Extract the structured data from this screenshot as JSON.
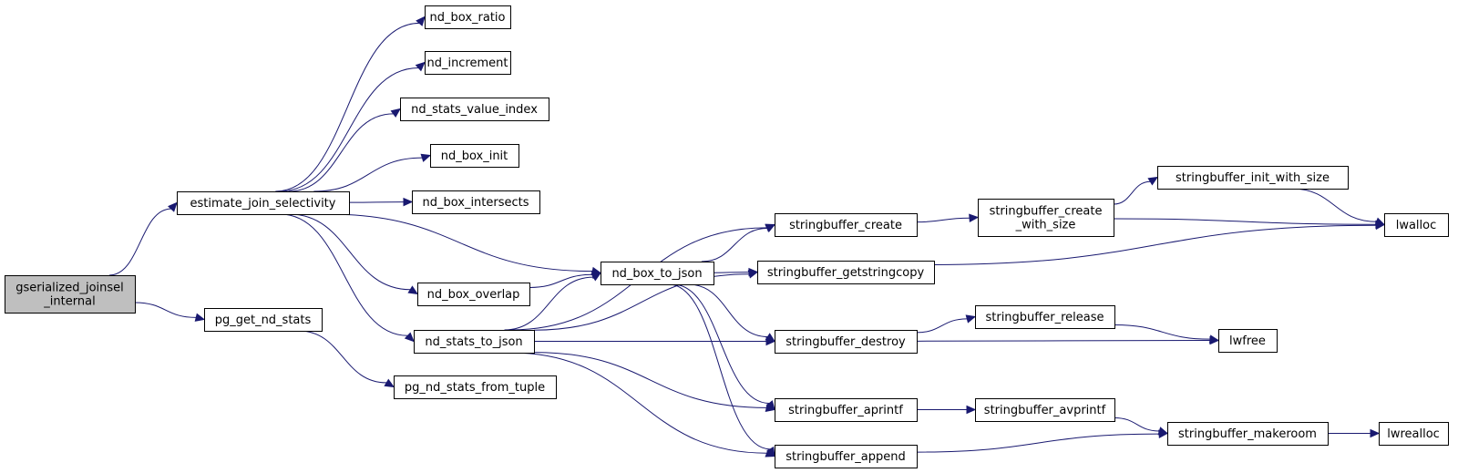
{
  "colors": {
    "edge": "#191970",
    "root_fill": "#bfbfbf",
    "node_fill": "#ffffff",
    "node_border": "#000000"
  },
  "nodes": [
    {
      "id": "gserialized_joinsel_internal",
      "lines": [
        "gserialized_joinsel",
        "_internal"
      ],
      "root": true
    },
    {
      "id": "estimate_join_selectivity",
      "lines": [
        "estimate_join_selectivity"
      ]
    },
    {
      "id": "pg_get_nd_stats",
      "lines": [
        "pg_get_nd_stats"
      ]
    },
    {
      "id": "nd_box_ratio",
      "lines": [
        "nd_box_ratio"
      ]
    },
    {
      "id": "nd_increment",
      "lines": [
        "nd_increment"
      ]
    },
    {
      "id": "nd_stats_value_index",
      "lines": [
        "nd_stats_value_index"
      ]
    },
    {
      "id": "nd_box_init",
      "lines": [
        "nd_box_init"
      ]
    },
    {
      "id": "nd_box_intersects",
      "lines": [
        "nd_box_intersects"
      ]
    },
    {
      "id": "nd_box_overlap",
      "lines": [
        "nd_box_overlap"
      ]
    },
    {
      "id": "nd_stats_to_json",
      "lines": [
        "nd_stats_to_json"
      ]
    },
    {
      "id": "pg_nd_stats_from_tuple",
      "lines": [
        "pg_nd_stats_from_tuple"
      ]
    },
    {
      "id": "nd_box_to_json",
      "lines": [
        "nd_box_to_json"
      ]
    },
    {
      "id": "stringbuffer_create",
      "lines": [
        "stringbuffer_create"
      ]
    },
    {
      "id": "stringbuffer_getstringcopy",
      "lines": [
        "stringbuffer_getstringcopy"
      ]
    },
    {
      "id": "stringbuffer_destroy",
      "lines": [
        "stringbuffer_destroy"
      ]
    },
    {
      "id": "stringbuffer_aprintf",
      "lines": [
        "stringbuffer_aprintf"
      ]
    },
    {
      "id": "stringbuffer_append",
      "lines": [
        "stringbuffer_append"
      ]
    },
    {
      "id": "stringbuffer_create_with_size",
      "lines": [
        "stringbuffer_create",
        "_with_size"
      ]
    },
    {
      "id": "stringbuffer_init_with_size",
      "lines": [
        "stringbuffer_init_with_size"
      ]
    },
    {
      "id": "stringbuffer_release",
      "lines": [
        "stringbuffer_release"
      ]
    },
    {
      "id": "stringbuffer_avprintf",
      "lines": [
        "stringbuffer_avprintf"
      ]
    },
    {
      "id": "stringbuffer_makeroom",
      "lines": [
        "stringbuffer_makeroom"
      ]
    },
    {
      "id": "lwalloc",
      "lines": [
        "lwalloc"
      ]
    },
    {
      "id": "lwfree",
      "lines": [
        "lwfree"
      ]
    },
    {
      "id": "lwrealloc",
      "lines": [
        "lwrealloc"
      ]
    }
  ],
  "edges": [
    [
      "gserialized_joinsel_internal",
      "estimate_join_selectivity"
    ],
    [
      "gserialized_joinsel_internal",
      "pg_get_nd_stats"
    ],
    [
      "estimate_join_selectivity",
      "nd_box_ratio"
    ],
    [
      "estimate_join_selectivity",
      "nd_increment"
    ],
    [
      "estimate_join_selectivity",
      "nd_stats_value_index"
    ],
    [
      "estimate_join_selectivity",
      "nd_box_init"
    ],
    [
      "estimate_join_selectivity",
      "nd_box_intersects"
    ],
    [
      "estimate_join_selectivity",
      "nd_box_overlap"
    ],
    [
      "estimate_join_selectivity",
      "nd_stats_to_json"
    ],
    [
      "estimate_join_selectivity",
      "nd_box_to_json"
    ],
    [
      "pg_get_nd_stats",
      "pg_nd_stats_from_tuple"
    ],
    [
      "nd_box_overlap",
      "nd_box_to_json"
    ],
    [
      "nd_stats_to_json",
      "nd_box_to_json"
    ],
    [
      "nd_stats_to_json",
      "stringbuffer_create"
    ],
    [
      "nd_stats_to_json",
      "stringbuffer_getstringcopy"
    ],
    [
      "nd_stats_to_json",
      "stringbuffer_destroy"
    ],
    [
      "nd_stats_to_json",
      "stringbuffer_aprintf"
    ],
    [
      "nd_stats_to_json",
      "stringbuffer_append"
    ],
    [
      "nd_box_to_json",
      "stringbuffer_create"
    ],
    [
      "nd_box_to_json",
      "stringbuffer_getstringcopy"
    ],
    [
      "nd_box_to_json",
      "stringbuffer_destroy"
    ],
    [
      "nd_box_to_json",
      "stringbuffer_aprintf"
    ],
    [
      "nd_box_to_json",
      "stringbuffer_append"
    ],
    [
      "stringbuffer_create",
      "stringbuffer_create_with_size"
    ],
    [
      "stringbuffer_create_with_size",
      "stringbuffer_init_with_size"
    ],
    [
      "stringbuffer_create_with_size",
      "lwalloc"
    ],
    [
      "stringbuffer_init_with_size",
      "lwalloc"
    ],
    [
      "stringbuffer_getstringcopy",
      "lwalloc"
    ],
    [
      "stringbuffer_destroy",
      "stringbuffer_release"
    ],
    [
      "stringbuffer_destroy",
      "lwfree"
    ],
    [
      "stringbuffer_release",
      "lwfree"
    ],
    [
      "stringbuffer_aprintf",
      "stringbuffer_avprintf"
    ],
    [
      "stringbuffer_avprintf",
      "stringbuffer_makeroom"
    ],
    [
      "stringbuffer_append",
      "stringbuffer_makeroom"
    ],
    [
      "stringbuffer_makeroom",
      "lwrealloc"
    ]
  ]
}
